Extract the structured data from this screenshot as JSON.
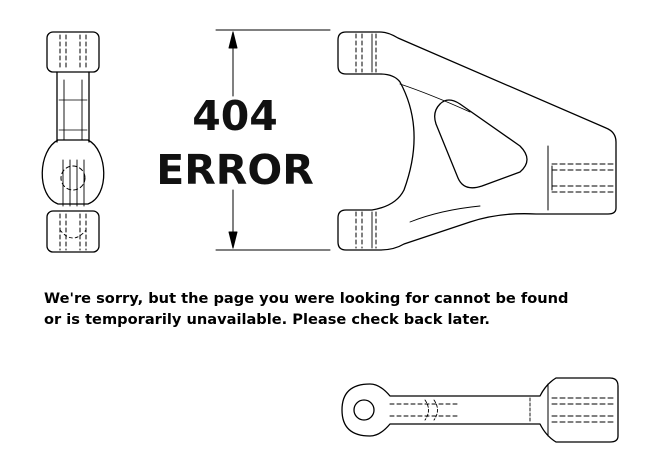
{
  "error": {
    "code": "404",
    "word": "ERROR"
  },
  "message": {
    "line1": "We're sorry, but the page you were looking for cannot be found",
    "line2": "or is temporarily unavailable. Please check back later."
  }
}
